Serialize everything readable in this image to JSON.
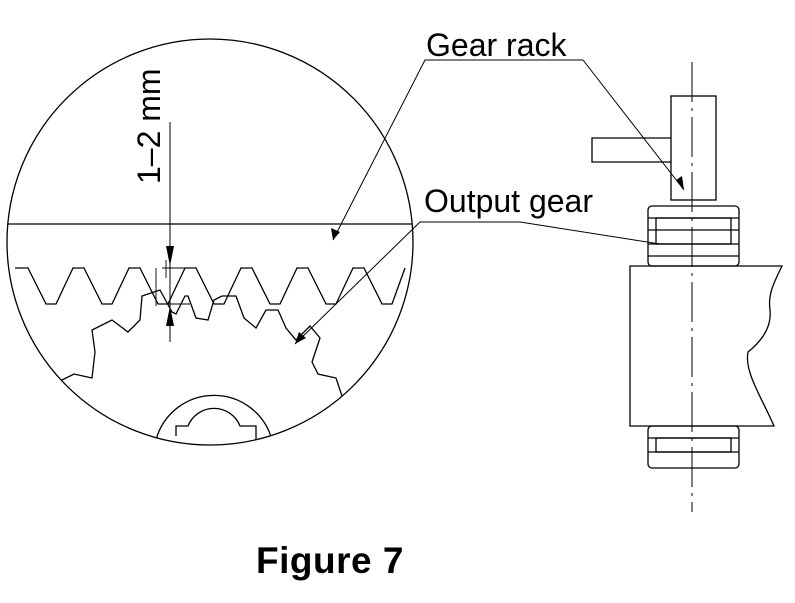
{
  "labels": {
    "gear_rack": "Gear rack",
    "output_gear": "Output gear",
    "clearance": "1–2 mm"
  },
  "caption": "Figure 7"
}
